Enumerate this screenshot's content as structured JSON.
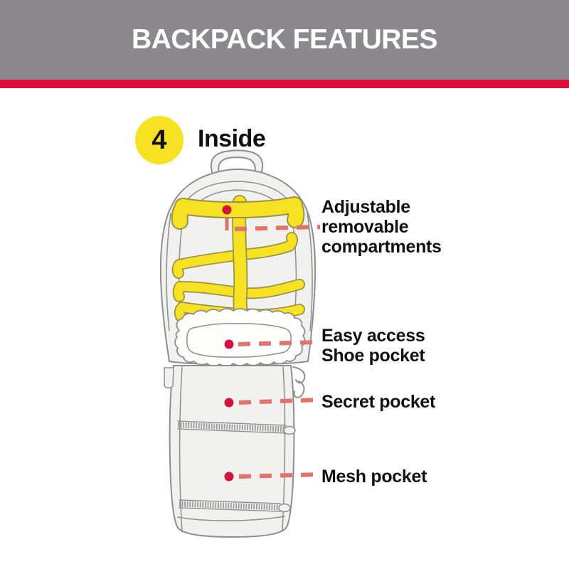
{
  "header": {
    "title": "BACKPACK FEATURES"
  },
  "section": {
    "number": "4",
    "label": "Inside"
  },
  "annotations": [
    {
      "id": "adjustable-removable-compartments",
      "lines": [
        "Adjustable",
        "removable",
        "compartments"
      ]
    },
    {
      "id": "easy-access-shoe-pocket",
      "lines": [
        "Easy access",
        "Shoe pocket"
      ]
    },
    {
      "id": "secret-pocket",
      "lines": [
        "Secret pocket"
      ]
    },
    {
      "id": "mesh-pocket",
      "lines": [
        "Mesh pocket"
      ]
    }
  ],
  "colors": {
    "banner_gray": "#8B898E",
    "accent_red_stripe": "#E30D3C",
    "marker_dot_red": "#D3143C",
    "leader_dash_salmon": "#E0746C",
    "highlight_yellow": "#F6E122",
    "text_black": "#111111",
    "outline_gray": "#8E8E90",
    "bag_fill": "#F1F1EF"
  }
}
